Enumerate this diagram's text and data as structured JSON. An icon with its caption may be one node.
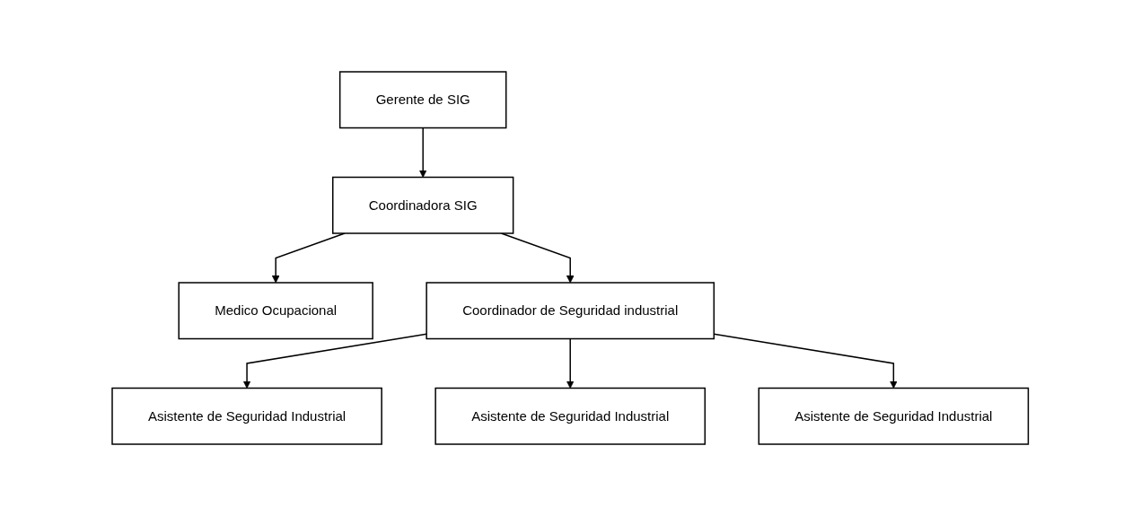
{
  "diagram": {
    "nodes": [
      {
        "text": [
          "Gerente de SIG"
        ]
      },
      {
        "text": [
          "Coordinadora SIG"
        ]
      },
      {
        "text": [
          "Medico Ocupacional"
        ]
      },
      {
        "text": [
          "Coordinador de Seguridad industrial"
        ]
      },
      {
        "text": [
          "Asistente de Seguridad Industrial"
        ]
      },
      {
        "text": [
          "Asistente de Seguridad Industrial"
        ]
      },
      {
        "text": [
          "Asistente de Seguridad Industrial"
        ]
      }
    ],
    "edges": [
      {
        "from": 0,
        "to": 1,
        "arrow": "to"
      },
      {
        "from": 1,
        "to": 2,
        "arrow": "to"
      },
      {
        "from": 1,
        "to": 3,
        "arrow": "to"
      },
      {
        "from": 3,
        "to": 4,
        "arrow": "to"
      },
      {
        "from": 3,
        "to": 5,
        "arrow": "to"
      },
      {
        "from": 3,
        "to": 6,
        "arrow": "to"
      }
    ]
  }
}
